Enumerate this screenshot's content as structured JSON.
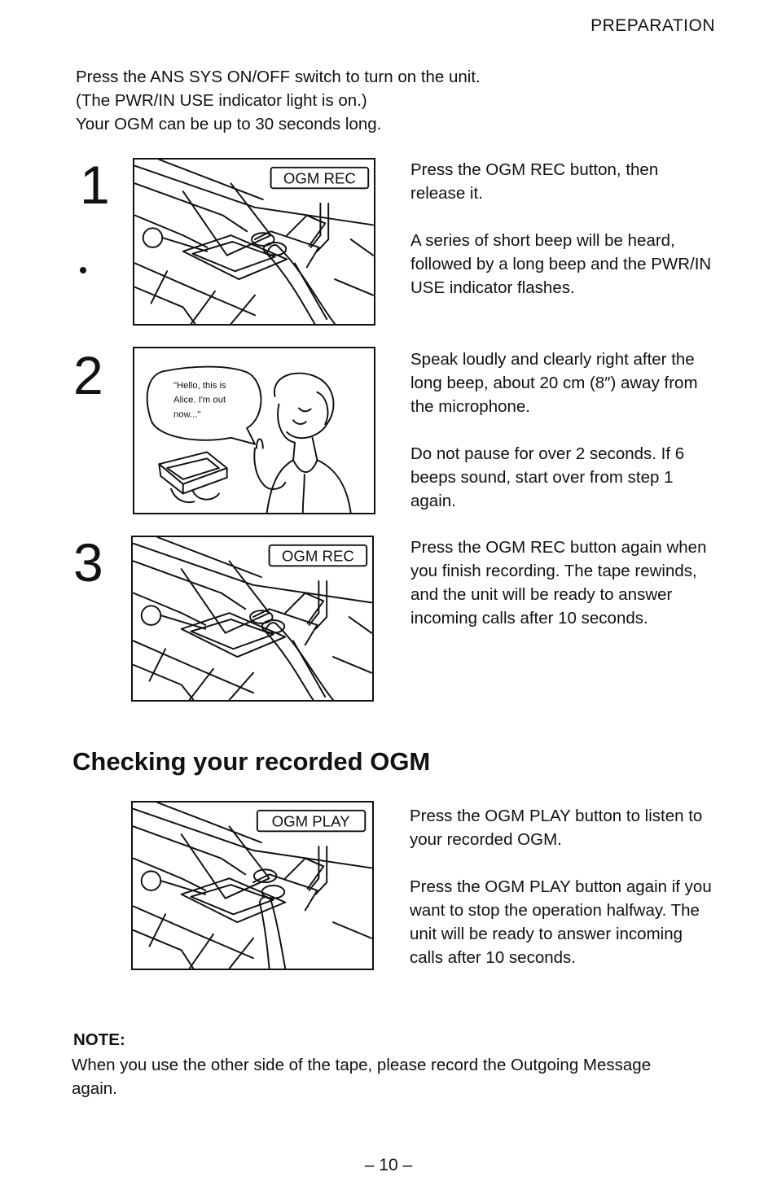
{
  "header": {
    "section": "PREPARATION"
  },
  "intro": [
    "Press the ANS SYS ON/OFF switch to turn on the unit.",
    "(The PWR/IN USE indicator light is on.)",
    "Your OGM can be up to 30 seconds long."
  ],
  "steps": [
    {
      "number": "1",
      "button_label": "OGM REC",
      "paragraphs": [
        "Press the OGM REC button, then release it.",
        "A series of short beep will be heard, followed by a long beep and the PWR/IN USE indicator flashes."
      ]
    },
    {
      "number": "2",
      "bubble_lines": [
        "\"Hello, this is",
        "Alice. I'm out",
        "now...\""
      ],
      "paragraphs": [
        "Speak loudly and clearly right after the long beep, about 20 cm (8″) away from the microphone.",
        "Do not pause for over 2 seconds. If 6 beeps sound, start over from step 1 again."
      ]
    },
    {
      "number": "3",
      "button_label": "OGM REC",
      "paragraphs": [
        "Press the OGM REC button again when you finish recording. The tape rewinds, and the unit will be ready to answer incoming calls after 10 seconds."
      ]
    }
  ],
  "checking": {
    "title": "Checking your recorded OGM",
    "button_label": "OGM PLAY",
    "paragraphs": [
      "Press the OGM PLAY button to listen to your recorded OGM.",
      "Press the OGM PLAY button again if you want to stop the operation halfway. The unit will be ready to answer incoming calls after 10 seconds."
    ]
  },
  "note": {
    "label": "NOTE:",
    "text": "When you use the other side of the tape, please record the Outgoing Message again."
  },
  "page_number": "– 10 –"
}
